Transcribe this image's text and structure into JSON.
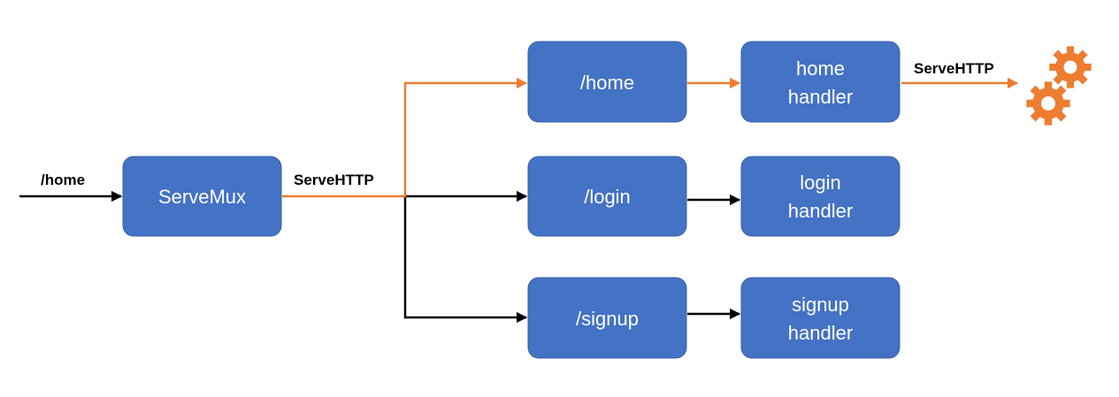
{
  "colors": {
    "node_fill": "#4472c4",
    "active_path": "#ed7d31",
    "inactive_path": "#000000",
    "node_text": "#ffffff"
  },
  "labels": {
    "request": "/home",
    "servemux_call": "ServeHTTP",
    "handler_call": "ServeHTTP"
  },
  "nodes": {
    "servemux": {
      "lines": [
        "ServeMux"
      ]
    },
    "route_home": {
      "lines": [
        "/home"
      ]
    },
    "route_login": {
      "lines": [
        "/login"
      ]
    },
    "route_signup": {
      "lines": [
        "/signup"
      ]
    },
    "handler_home": {
      "lines": [
        "home",
        "handler"
      ]
    },
    "handler_login": {
      "lines": [
        "login",
        "handler"
      ]
    },
    "handler_signup": {
      "lines": [
        "signup",
        "handler"
      ]
    }
  },
  "edges": [
    {
      "from": "request",
      "to": "servemux",
      "active": false
    },
    {
      "from": "servemux",
      "to": "route_home",
      "active": true
    },
    {
      "from": "servemux",
      "to": "route_login",
      "active": false
    },
    {
      "from": "servemux",
      "to": "route_signup",
      "active": false
    },
    {
      "from": "route_home",
      "to": "handler_home",
      "active": true
    },
    {
      "from": "route_login",
      "to": "handler_login",
      "active": false
    },
    {
      "from": "route_signup",
      "to": "handler_signup",
      "active": false
    },
    {
      "from": "handler_home",
      "to": "gears",
      "active": true
    }
  ],
  "icons": {
    "gears": "gears-icon"
  }
}
